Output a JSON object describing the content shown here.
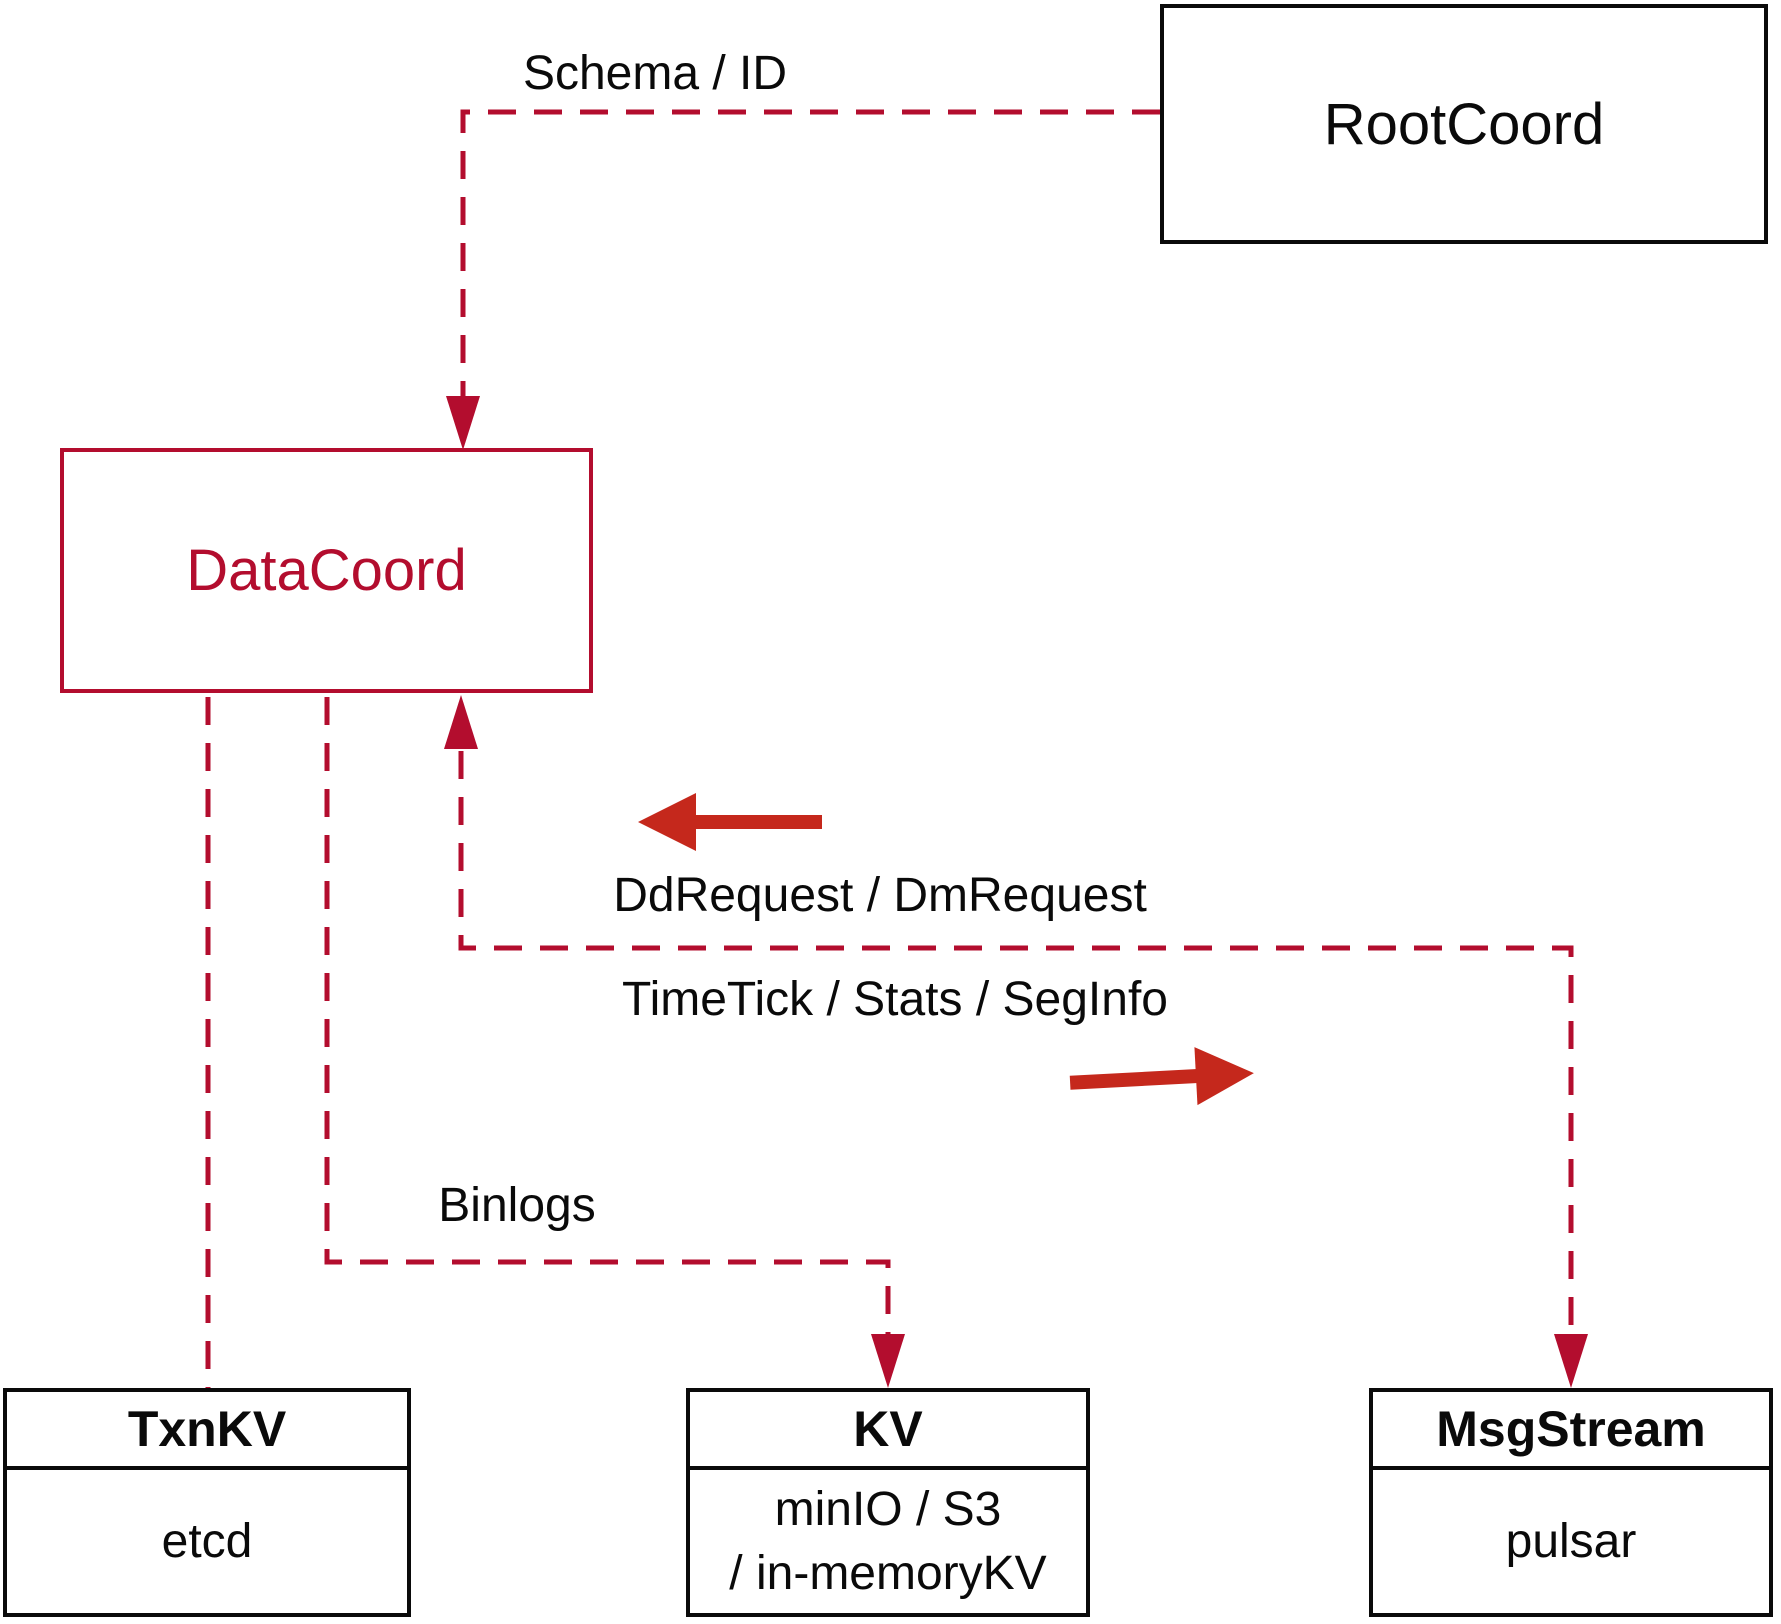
{
  "diagram": {
    "nodes": {
      "rootcoord": {
        "label": "RootCoord"
      },
      "datacoord": {
        "label": "DataCoord"
      },
      "txnkv": {
        "title": "TxnKV",
        "body": "etcd"
      },
      "kv": {
        "title": "KV",
        "body_line1": "minIO / S3",
        "body_line2": "/ in-memoryKV"
      },
      "msgstream": {
        "title": "MsgStream",
        "body": "pulsar"
      }
    },
    "edge_labels": {
      "schema_id": "Schema / ID",
      "dd_dm_request": "DdRequest / DmRequest",
      "timetick_stats_seginfo": "TimeTick / Stats / SegInfo",
      "binlogs": "Binlogs"
    },
    "colors": {
      "crimson": "#b30d2e",
      "arrow_red": "#c5281c",
      "box_border_dark": "#0a0a0a",
      "text_dark": "#0a0a0a",
      "background": "#ffffff"
    }
  }
}
